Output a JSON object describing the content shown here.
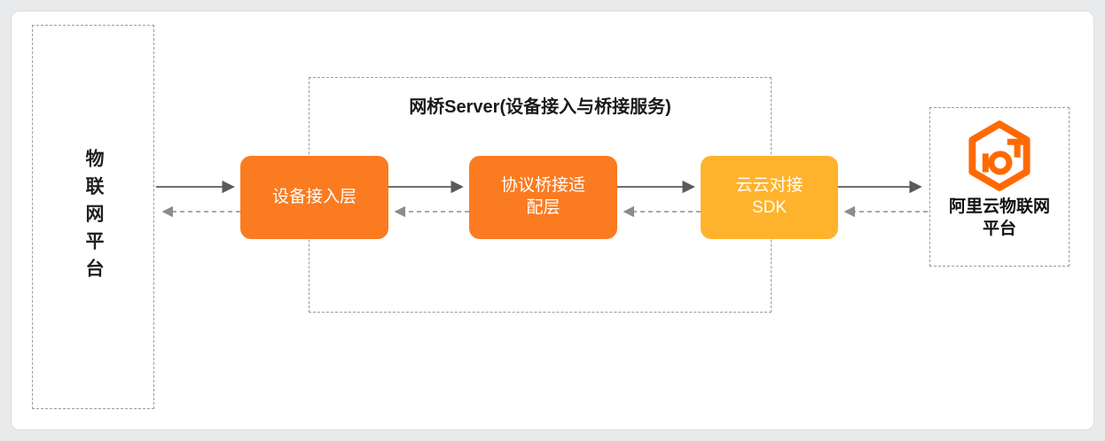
{
  "diagram": {
    "left_platform": {
      "label": "物联网平台"
    },
    "bridge": {
      "title": "网桥Server(设备接入与桥接服务)"
    },
    "nodes": [
      {
        "id": "device-access-layer",
        "lines": [
          "设备接入层"
        ],
        "color": "#FB7B21"
      },
      {
        "id": "protocol-bridge-adapter-layer",
        "lines": [
          "协议桥接适",
          "配层"
        ],
        "color": "#FB7B21"
      },
      {
        "id": "cloud-cloud-sdk",
        "lines": [
          "云云对接",
          "SDK"
        ],
        "color": "#FFB32C"
      }
    ],
    "right_platform": {
      "label_lines": [
        "阿里云物联网",
        "平台"
      ],
      "logo_icon": "aliyun-iot-hexagon-logo"
    },
    "colors": {
      "node_orange": "#FB7B21",
      "node_yellow": "#FFB32C",
      "logo_orange": "#FF6A00",
      "solid_arrow": "#5a5a5a",
      "dashed_arrow": "#8c8c8c",
      "dashed_border": "#9b9b9b"
    }
  }
}
